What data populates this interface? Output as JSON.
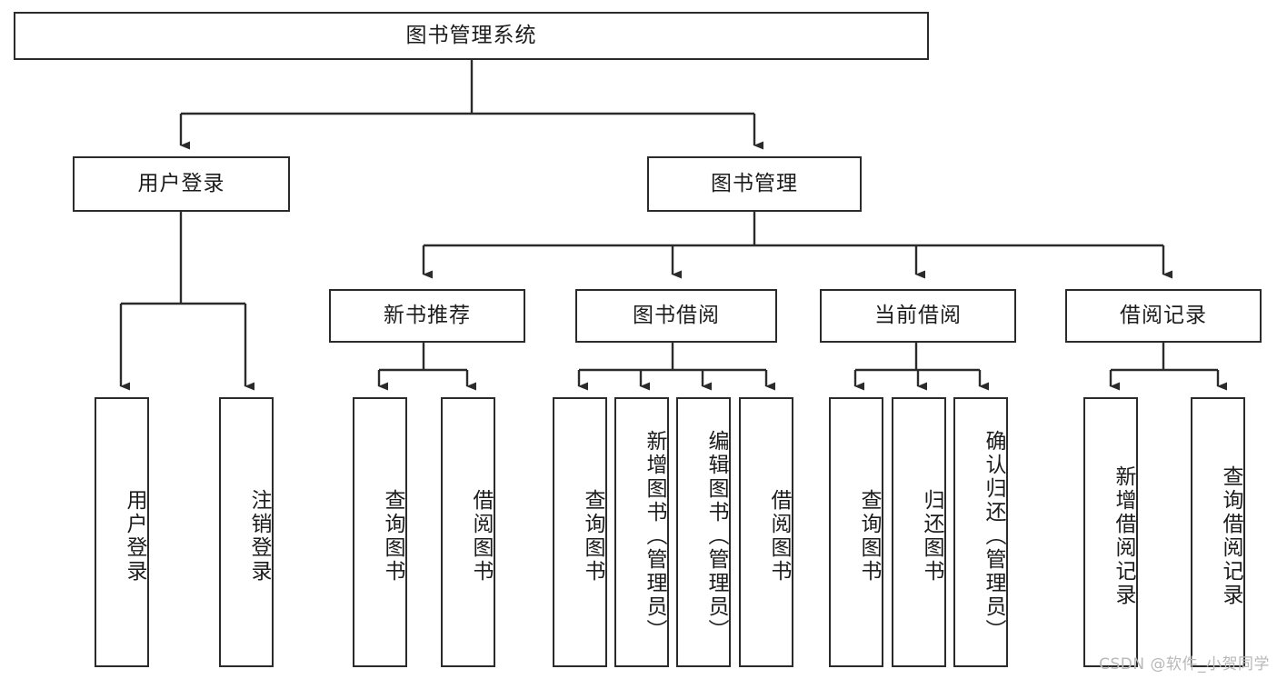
{
  "diagram": {
    "title": "图书管理系统",
    "type": "hierarchy-tree",
    "watermark": "CSDN @软件_小贺同学",
    "colors": {
      "stroke": "#2b2b2b",
      "fill": "#ffffff",
      "text": "#1c1c1c",
      "watermark": "#b8b8b8"
    },
    "levels": {
      "root": {
        "label": "图书管理系统"
      },
      "level2": [
        {
          "label": "用户登录"
        },
        {
          "label": "图书管理"
        }
      ],
      "level3": [
        {
          "label": "新书推荐"
        },
        {
          "label": "图书借阅"
        },
        {
          "label": "当前借阅"
        },
        {
          "label": "借阅记录"
        }
      ],
      "leaves": [
        {
          "label": "用户登录"
        },
        {
          "label": "注销登录"
        },
        {
          "label": "查询图书"
        },
        {
          "label": "借阅图书"
        },
        {
          "label": "查询图书"
        },
        {
          "label": "新增图书（管理员）"
        },
        {
          "label": "编辑图书（管理员）"
        },
        {
          "label": "借阅图书"
        },
        {
          "label": "查询图书"
        },
        {
          "label": "归还图书"
        },
        {
          "label": "确认归还（管理员）"
        },
        {
          "label": "新增借阅记录"
        },
        {
          "label": "查询借阅记录"
        }
      ]
    },
    "edges": [
      {
        "from": "图书管理系统",
        "to": "用户登录"
      },
      {
        "from": "图书管理系统",
        "to": "图书管理"
      },
      {
        "from": "图书管理",
        "to": "新书推荐"
      },
      {
        "from": "图书管理",
        "to": "图书借阅"
      },
      {
        "from": "图书管理",
        "to": "当前借阅"
      },
      {
        "from": "图书管理",
        "to": "借阅记录"
      },
      {
        "from": "用户登录",
        "to": "用户登录"
      },
      {
        "from": "用户登录",
        "to": "注销登录"
      },
      {
        "from": "新书推荐",
        "to": "查询图书"
      },
      {
        "from": "新书推荐",
        "to": "借阅图书"
      },
      {
        "from": "图书借阅",
        "to": "查询图书"
      },
      {
        "from": "图书借阅",
        "to": "新增图书（管理员）"
      },
      {
        "from": "图书借阅",
        "to": "编辑图书（管理员）"
      },
      {
        "from": "图书借阅",
        "to": "借阅图书"
      },
      {
        "from": "当前借阅",
        "to": "查询图书"
      },
      {
        "from": "当前借阅",
        "to": "归还图书"
      },
      {
        "from": "当前借阅",
        "to": "确认归还（管理员）"
      },
      {
        "from": "借阅记录",
        "to": "新增借阅记录"
      },
      {
        "from": "借阅记录",
        "to": "查询借阅记录"
      }
    ]
  }
}
